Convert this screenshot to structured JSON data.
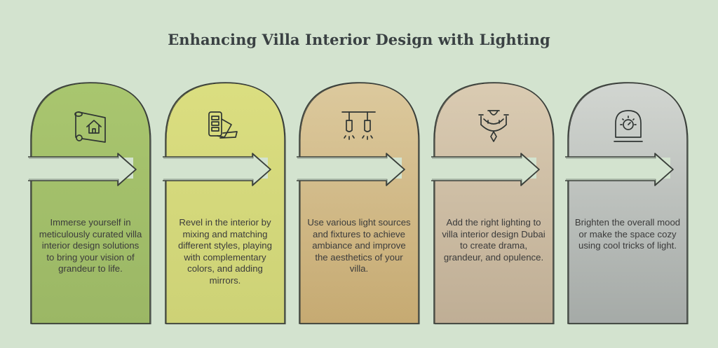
{
  "title": "Enhancing Villa Interior Design with Lighting",
  "steps": [
    {
      "text": "Immerse yourself in meticulously curated villa interior design solutions to bring your vision of grandeur to life.",
      "icon": "blueprint-house-icon",
      "color_top": "#a7c46e",
      "color_bottom": "#9cb966"
    },
    {
      "text": "Revel in the interior by mixing and matching different styles, playing with complementary colors, and adding mirrors.",
      "icon": "color-swatch-icon",
      "color_top": "#d8dc7e",
      "color_bottom": "#cfd479"
    },
    {
      "text": "Use various light sources and fixtures to achieve ambiance and improve the aesthetics of your villa.",
      "icon": "pendant-lights-icon",
      "color_top": "#d7c497",
      "color_bottom": "#c8ae78"
    },
    {
      "text": "Add the right lighting to villa interior design Dubai to create drama, grandeur, and opulence.",
      "icon": "chandelier-icon",
      "color_top": "#d6c6ad",
      "color_bottom": "#c1b199"
    },
    {
      "text": "Brighten the overall mood or make the space cozy using cool tricks of light.",
      "icon": "lamp-icon",
      "color_top": "#cdd1cd",
      "color_bottom": "#a7aca9"
    }
  ]
}
